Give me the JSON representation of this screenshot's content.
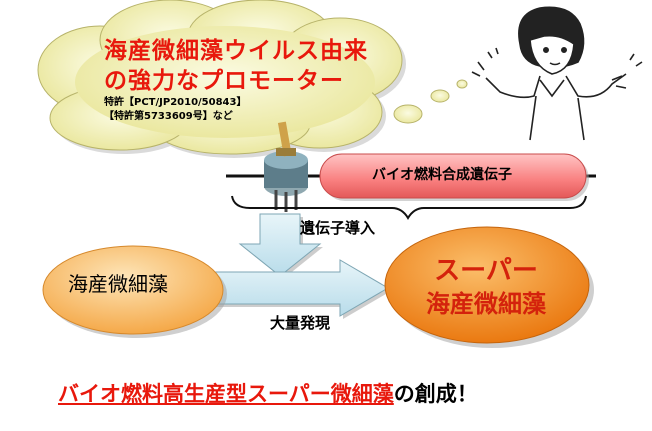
{
  "cloud": {
    "title_line1": "海産微細藻ウイルス由来",
    "title_line2": "の強力なプロモーター",
    "patent_line1": "特許【PCT/JP2010/50843】",
    "patent_line2": "【特許第5733609号】など"
  },
  "gene": {
    "label": "バイオ燃料合成遺伝子"
  },
  "arrows": {
    "introduction": "遺伝子導入",
    "expression": "大量発現"
  },
  "algae": {
    "label": "海産微細藻"
  },
  "super_algae": {
    "line1": "スーパー",
    "line2": "海産微細藻"
  },
  "footer": {
    "highlight": "バイオ燃料高生産型スーパー微細藻",
    "rest": "の創成！"
  },
  "colors": {
    "accent_red": "#e8180c",
    "cloud_fill": "#f4f2b8",
    "arrow_fill": "#cfe8f0",
    "algae_fill": "#f9c47c",
    "super_fill": "#f08a1c"
  },
  "icons": {
    "switch": "toggle-switch-icon",
    "scientist": "scientist-illustration"
  }
}
